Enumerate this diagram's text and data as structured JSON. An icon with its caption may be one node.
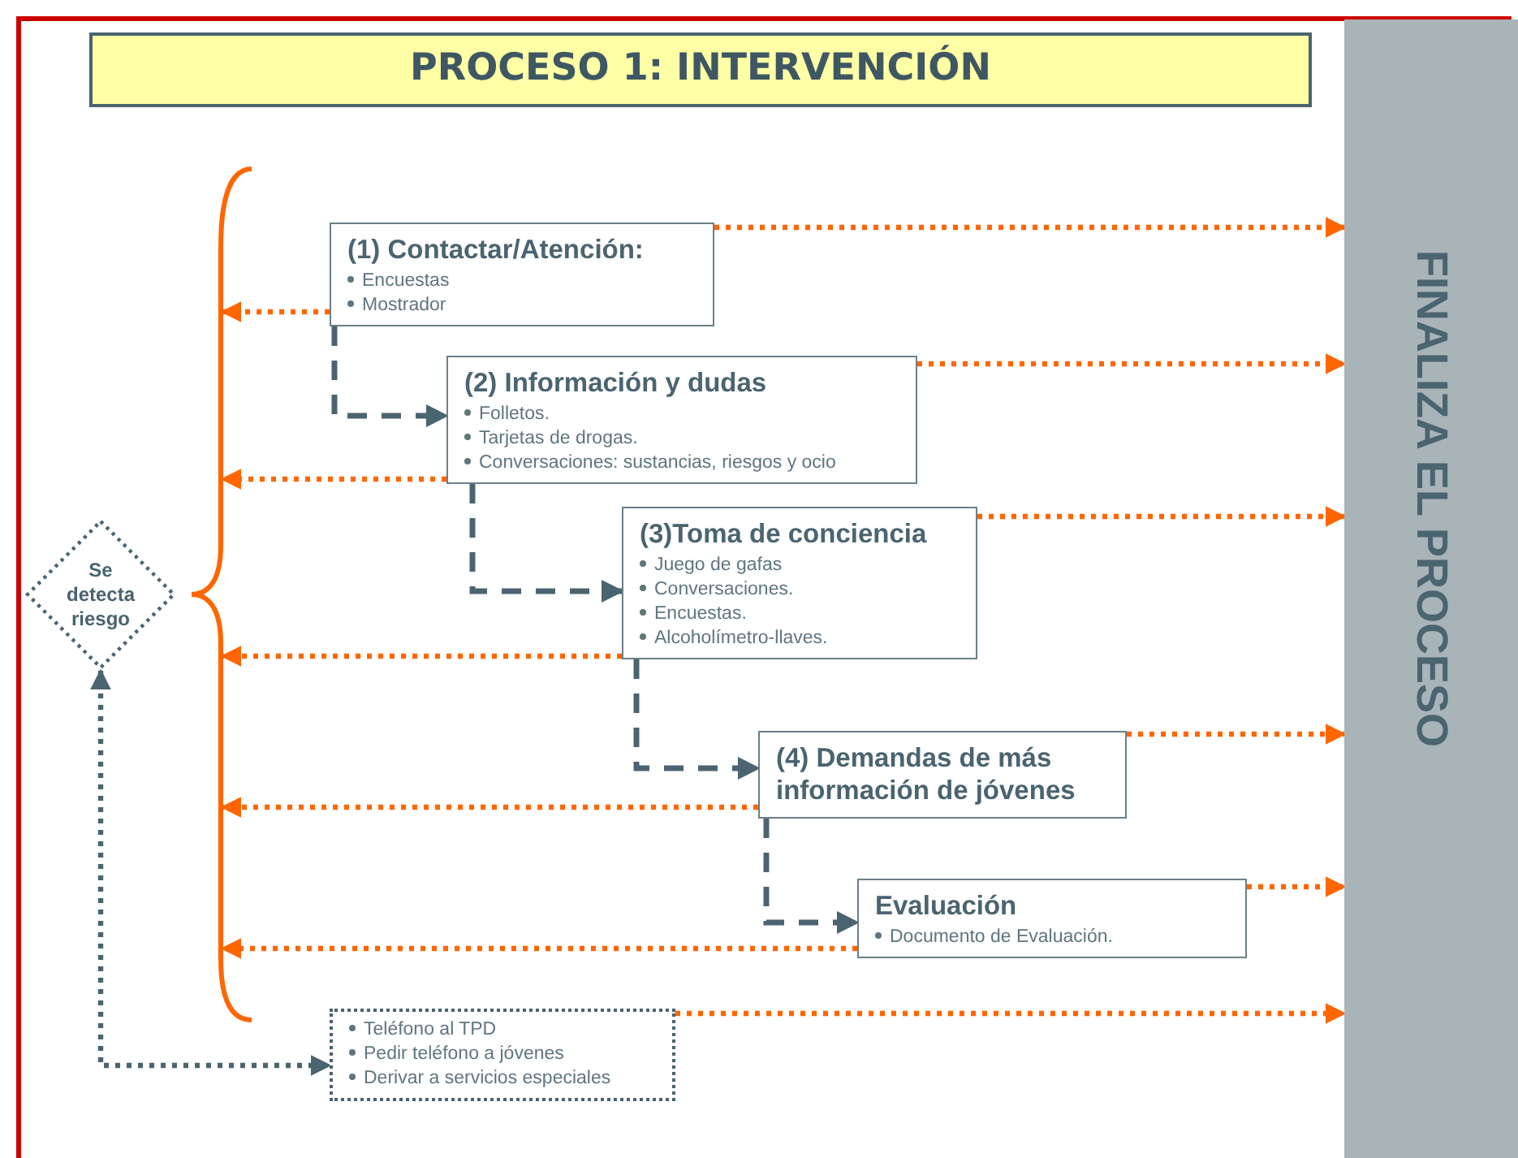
{
  "diagram": {
    "title": "PROCESO 1: INTERVENCIÓN",
    "nodes": [
      {
        "text": [
          "(1) Contactar/Atención:",
          "Encuestas",
          "Mostrador"
        ]
      },
      {
        "text": [
          "(2) Información y dudas",
          "Folletos.",
          "Tarjetas de drogas.",
          "Conversaciones: sustancias, riesgos y ocio"
        ]
      },
      {
        "text": [
          "(3)Toma de conciencia",
          "Juego de gafas",
          "Conversaciones.",
          "Encuestas.",
          "Alcoholímetro-llaves."
        ]
      },
      {
        "text": [
          "Se detecta riesgo"
        ]
      },
      {
        "text": [],
        "shape": "brace"
      },
      {
        "text": [
          "(4) Demandas de más información de jóvenes"
        ]
      },
      {
        "text": [
          "Evaluación",
          "Documento de Evaluación."
        ]
      },
      {
        "text": [
          "Teléfono al TPD",
          "Pedir teléfono a jóvenes",
          "Derivar a servicios especiales"
        ]
      },
      {
        "text": [
          "FINALIZA EL PROCESO"
        ]
      }
    ],
    "edges": [
      {
        "from": 0,
        "to": 8,
        "arrow": "to"
      },
      {
        "from": 0,
        "to": 4,
        "arrow": "to"
      },
      {
        "from": 0,
        "to": 1,
        "arrow": "to",
        "style": "dashed",
        "color": "#4a6470"
      },
      {
        "from": 1,
        "to": 8,
        "arrow": "to"
      },
      {
        "from": 1,
        "to": 4,
        "arrow": "to"
      },
      {
        "from": 1,
        "to": 2,
        "arrow": "to",
        "style": "dashed",
        "color": "#4a6470"
      },
      {
        "from": 2,
        "to": 8,
        "arrow": "to"
      },
      {
        "from": 2,
        "to": 4,
        "arrow": "to"
      },
      {
        "from": 2,
        "to": 5,
        "arrow": "to",
        "style": "dashed",
        "color": "#4a6470"
      },
      {
        "from": 5,
        "to": 8,
        "arrow": "to"
      },
      {
        "from": 5,
        "to": 4,
        "arrow": "to"
      },
      {
        "from": 5,
        "to": 6,
        "arrow": "to",
        "style": "dashed",
        "color": "#4a6470"
      },
      {
        "from": 6,
        "to": 8,
        "arrow": "to"
      },
      {
        "from": 6,
        "to": 4,
        "arrow": "to"
      },
      {
        "from": 7,
        "to": 8,
        "arrow": "to"
      },
      {
        "from": 3,
        "to": 7,
        "arrow": "both",
        "color": "#4a6470"
      }
    ]
  }
}
